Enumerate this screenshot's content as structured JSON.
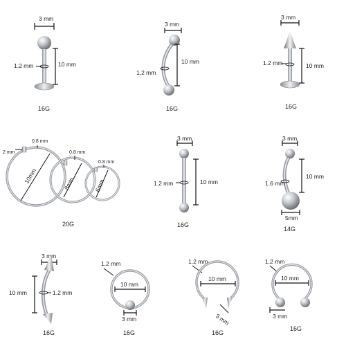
{
  "palette": {
    "metal_light": "#f2f2f2",
    "metal_mid": "#c4c7cb",
    "metal_dark": "#7b7f85",
    "line": "#111111"
  },
  "items": [
    {
      "name": "labret-ball",
      "gauge": "16G",
      "ball": "3 mm",
      "thickness": "1.2 mm",
      "length": "10 mm"
    },
    {
      "name": "curved-barbell",
      "gauge": "16G",
      "ball": "3 mm",
      "thickness": "1.2 mm",
      "length": "10 mm"
    },
    {
      "name": "labret-spike",
      "gauge": "16G",
      "ball": "3 mm",
      "thickness": "1.2 mm",
      "length": "10 mm"
    },
    {
      "name": "nose-hoops",
      "gauge": "20G",
      "wire": "2 mm",
      "thickness_a": "0.8 mm",
      "thickness_b": "0.8 mm",
      "thickness_c": "0.8 mm",
      "diam_a": "10mm",
      "diam_b": "8mm",
      "diam_c": "6mm"
    },
    {
      "name": "straight-barbell",
      "gauge": "16G",
      "ball": "3 mm",
      "thickness": "1.2 mm",
      "length": "10 mm"
    },
    {
      "name": "belly-ring",
      "gauge": "14G",
      "ball": "3 mm",
      "thickness": "1.6 mm",
      "length": "10 mm",
      "bottom_ball": "5mm"
    },
    {
      "name": "curved-spike-barbell",
      "gauge": "16G",
      "ball": "3 mm",
      "thickness": "1.2 mm",
      "length": "10 mm"
    },
    {
      "name": "captive-bead-ring",
      "gauge": "16G",
      "thickness": "1.2 mm",
      "diameter": "10 mm",
      "ball": "3 mm"
    },
    {
      "name": "horseshoe-spike",
      "gauge": "16G",
      "thickness": "1.2 mm",
      "diameter": "10 mm",
      "ball": "3 mm"
    },
    {
      "name": "horseshoe-ball",
      "gauge": "16G",
      "thickness": "1.2 mm",
      "diameter": "10 mm",
      "ball": "3 mm"
    }
  ]
}
